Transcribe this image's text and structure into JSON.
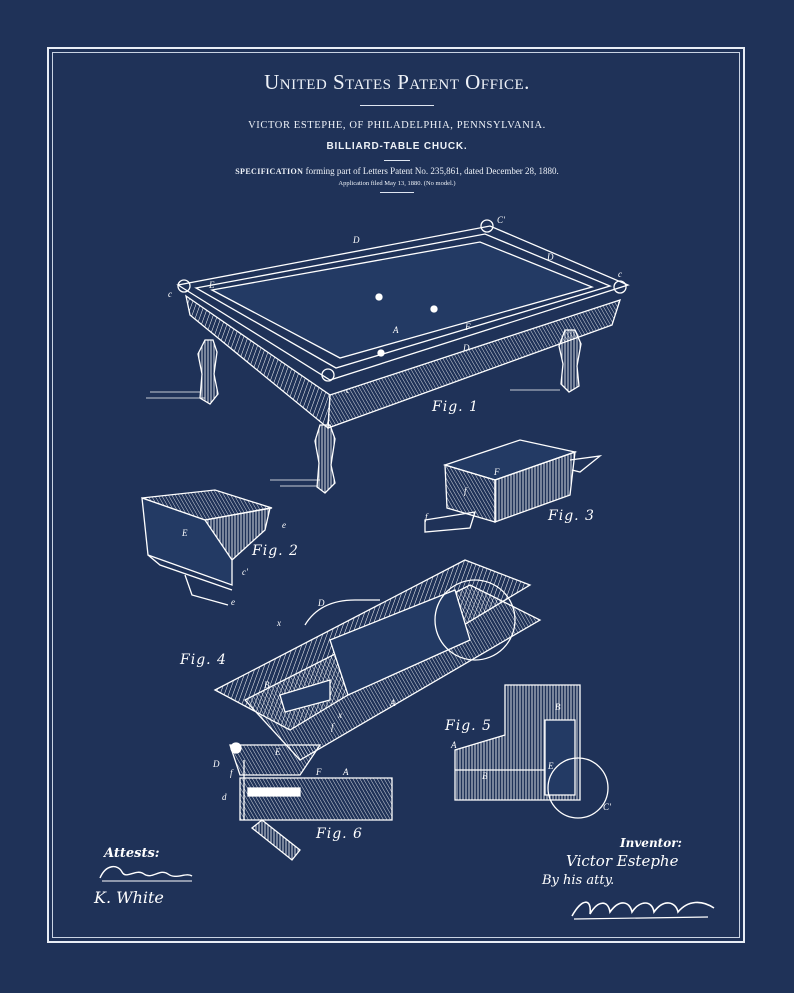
{
  "header": {
    "office": "United States Patent Office.",
    "inventor_line": "VICTOR ESTEPHE, OF PHILADELPHIA, PENNSYLVANIA.",
    "subtitle": "BILLIARD-TABLE CHUCK.",
    "spec_lead": "SPECIFICATION",
    "spec_rest": "forming part of Letters Patent No. 235,861, dated December 28, 1880.",
    "filed": "Application filed May 13, 1880.   (No model.)"
  },
  "figures": {
    "fig1": "Fig. 1",
    "fig2": "Fig. 2",
    "fig3": "Fig. 3",
    "fig4": "Fig. 4",
    "fig5": "Fig. 5",
    "fig6": "Fig. 6"
  },
  "letters": {
    "a": "A",
    "b": "B",
    "c": "C",
    "c_lower": "c",
    "c_prime": "C'",
    "c_lower_prime": "c'",
    "d": "D",
    "d_lower": "d",
    "e": "E",
    "e_lower": "e",
    "f": "F",
    "f_lower": "f",
    "x": "x"
  },
  "signatures": {
    "attests": "Attests:",
    "witness_2": "K. White",
    "inventor_heading": "Inventor:",
    "inventor_signature": "Victor Estephe",
    "by_attorney": "By his atty."
  },
  "colors": {
    "background": "#1f3258",
    "ink": "#ffffff"
  }
}
